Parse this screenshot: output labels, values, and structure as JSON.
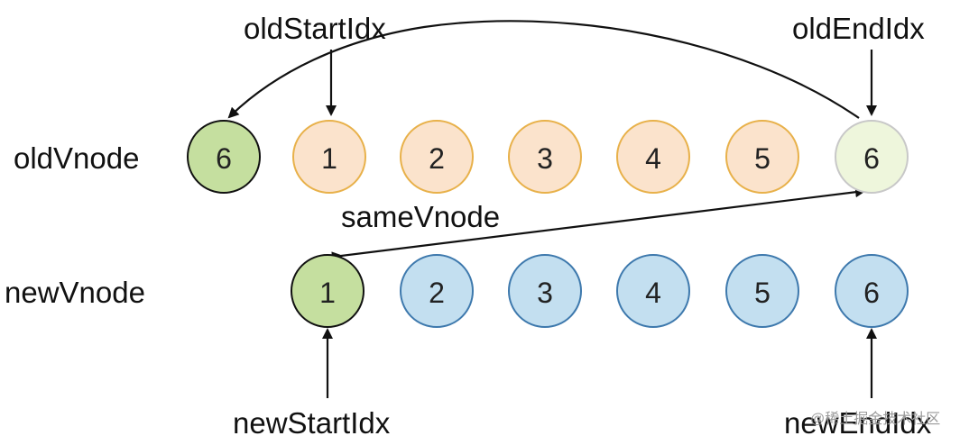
{
  "labels": {
    "old_row": "oldVnode",
    "new_row": "newVnode",
    "old_start": "oldStartIdx",
    "old_end": "oldEndIdx",
    "new_start": "newStartIdx",
    "new_end": "newEndIdx",
    "same_vnode": "sameVnode"
  },
  "old_nodes": [
    "6",
    "1",
    "2",
    "3",
    "4",
    "5",
    "6"
  ],
  "new_nodes": [
    "1",
    "2",
    "3",
    "4",
    "5",
    "6"
  ],
  "watermark": "@稀土掘金技术社区",
  "colors": {
    "green_fill": "#c5df9f",
    "green_stroke": "#111111",
    "pale_green_fill": "#eef6dc",
    "pale_green_stroke": "#c8c8c8",
    "orange_fill": "#fbe3cc",
    "orange_stroke": "#e8b14a",
    "blue_fill": "#c3dff0",
    "blue_stroke": "#3e79ad",
    "green_new_stroke": "#111111"
  }
}
